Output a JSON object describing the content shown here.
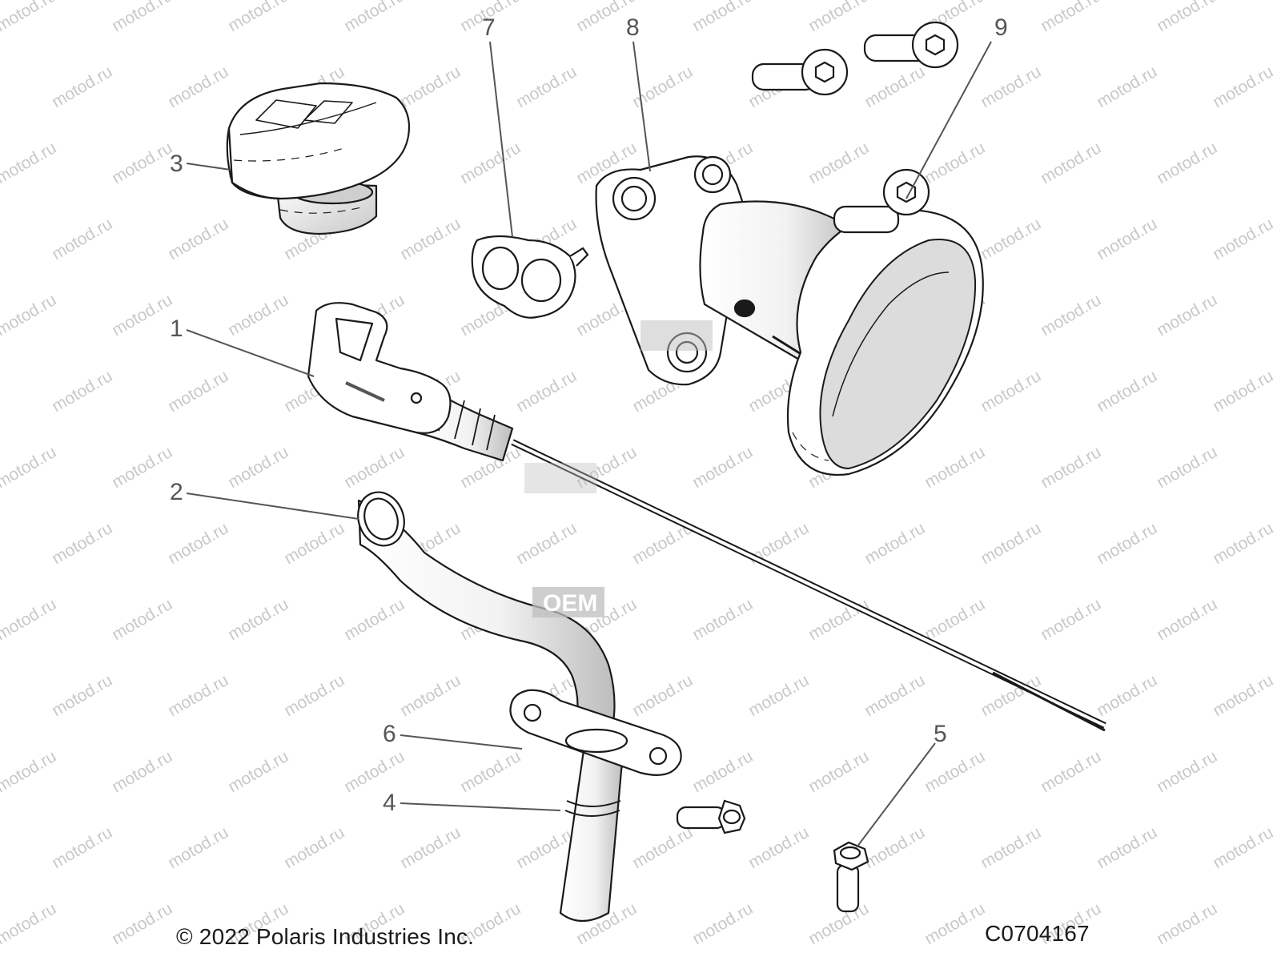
{
  "diagram": {
    "callouts": [
      {
        "id": "1",
        "label": "1"
      },
      {
        "id": "2",
        "label": "2"
      },
      {
        "id": "3",
        "label": "3"
      },
      {
        "id": "4",
        "label": "4"
      },
      {
        "id": "5",
        "label": "5"
      },
      {
        "id": "6",
        "label": "6"
      },
      {
        "id": "7",
        "label": "7"
      },
      {
        "id": "8",
        "label": "8"
      },
      {
        "id": "9",
        "label": "9"
      }
    ],
    "watermark_text": "motod.ru",
    "oem_stamp": "OEM"
  },
  "footer": {
    "copyright": "© 2022 Polaris Industries Inc.",
    "drawing_code": "C0704167"
  },
  "colors": {
    "line": "#1a1a1a",
    "leader": "#555555",
    "watermark": "#c9c9c9",
    "shade": "#d9d9d9"
  }
}
